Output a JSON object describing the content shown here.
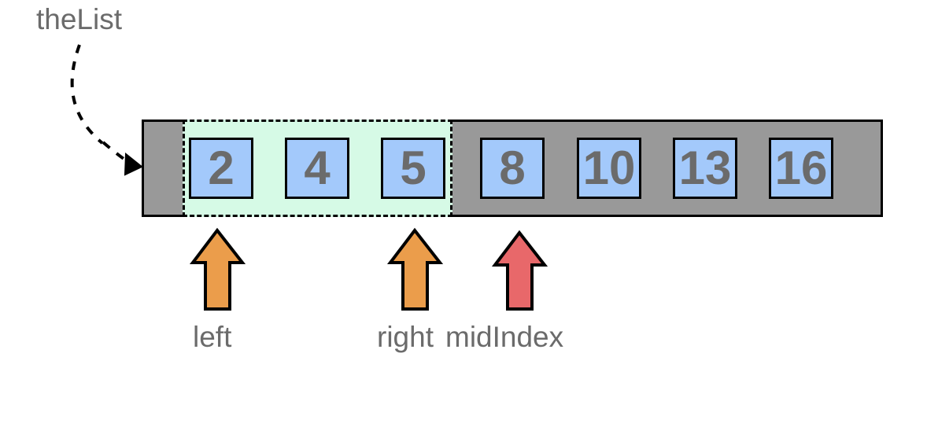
{
  "diagram": {
    "title_label": "theList",
    "pointer_arrow_name": "curved-dashed-arrow"
  },
  "list": {
    "name": "theList",
    "cells": [
      {
        "value": "2",
        "index": 0,
        "in_range": true
      },
      {
        "value": "4",
        "index": 1,
        "in_range": true
      },
      {
        "value": "5",
        "index": 2,
        "in_range": true
      },
      {
        "value": "8",
        "index": 3,
        "in_range": false
      },
      {
        "value": "10",
        "index": 4,
        "in_range": false
      },
      {
        "value": "13",
        "index": 5,
        "in_range": false
      },
      {
        "value": "16",
        "index": 6,
        "in_range": false
      }
    ]
  },
  "pointers": [
    {
      "label": "left",
      "color": "#eb9d4b",
      "target_index": 0
    },
    {
      "label": "right",
      "color": "#eb9d4b",
      "target_index": 2
    },
    {
      "label": "midIndex",
      "color": "#e8686a",
      "target_index": 3
    }
  ],
  "colors": {
    "cell_fill": "#a3c9fb",
    "list_background": "#999999",
    "range_highlight": "#d6fae6",
    "text": "#6b6b6b",
    "outline": "#000000",
    "arrow_orange": "#eb9d4b",
    "arrow_red": "#e8686a"
  }
}
